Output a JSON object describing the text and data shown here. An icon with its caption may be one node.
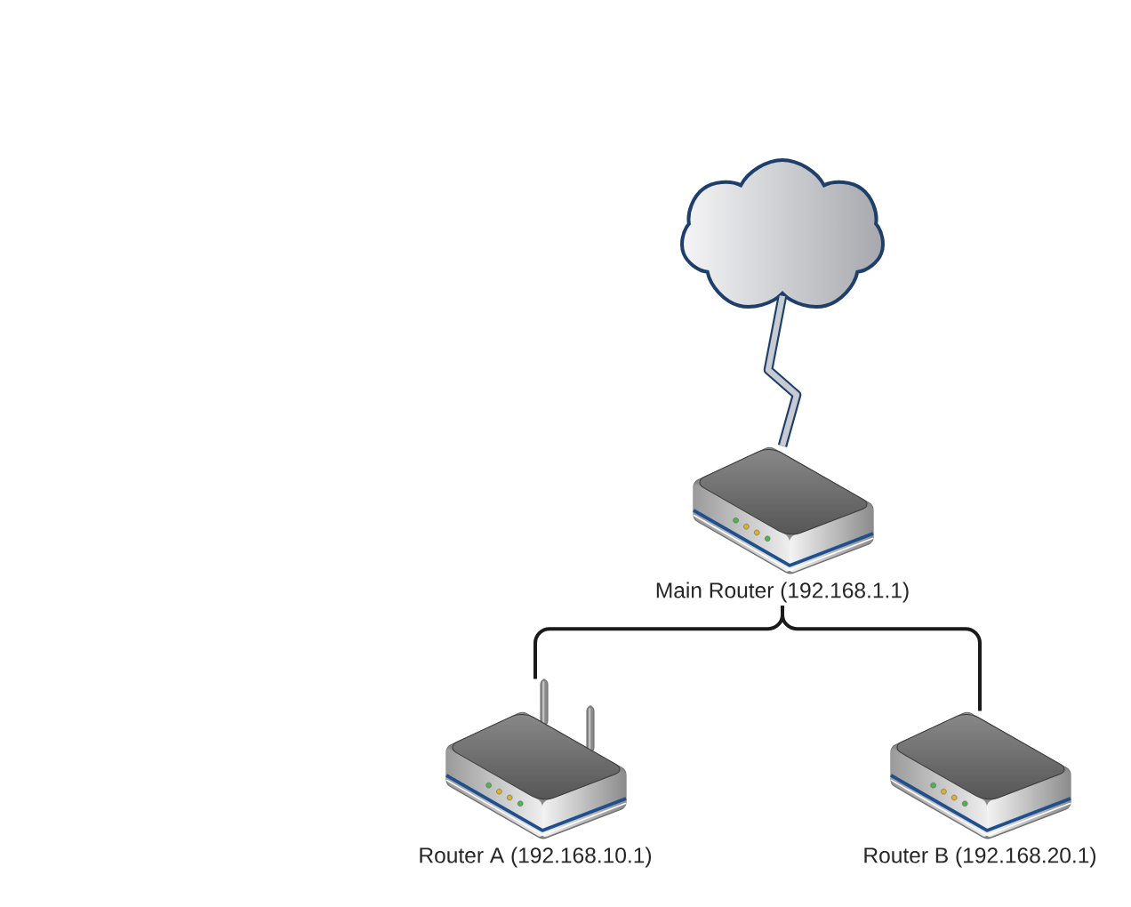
{
  "diagram": {
    "nodes": [
      {
        "text": [],
        "shape": "cloud"
      },
      {
        "text": [
          "Main Router (192.168.1.1)"
        ]
      },
      {
        "text": [
          "Router A (192.168.10.1)"
        ]
      },
      {
        "text": [
          "Router B (192.168.20.1)"
        ]
      }
    ],
    "edges": [
      {
        "from": 0,
        "to": 1,
        "arrow": "none",
        "style": "thick",
        "color": "#1f3f6b"
      },
      {
        "from": 1,
        "to": 2,
        "arrow": "none"
      },
      {
        "from": 1,
        "to": 3,
        "arrow": "none"
      }
    ]
  }
}
